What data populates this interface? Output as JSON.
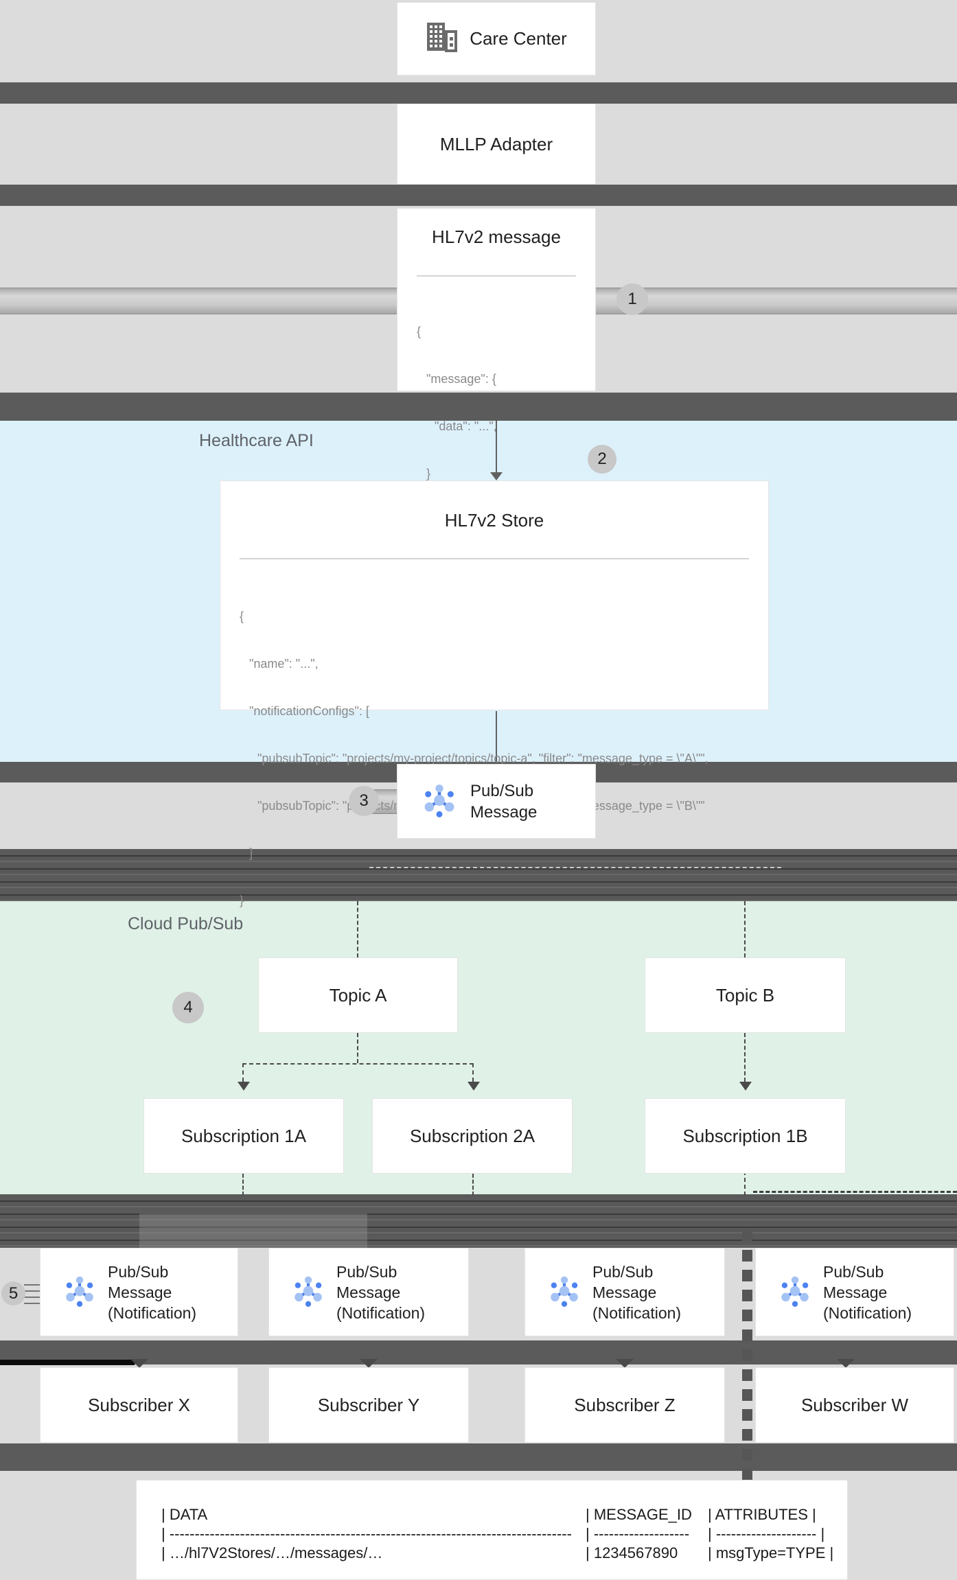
{
  "regions": {
    "healthcare_api": {
      "label": "Healthcare API"
    },
    "cloud_pubsub": {
      "label": "Cloud Pub/Sub"
    }
  },
  "steps": [
    "1",
    "2",
    "3",
    "4",
    "5"
  ],
  "care_center": {
    "label": "Care Center"
  },
  "mllp_adapter": {
    "label": "MLLP Adapter"
  },
  "hl7v2_message": {
    "title": "HL7v2 message",
    "code": [
      "{",
      "\"message\": {",
      "\"data\": \"...\",",
      "}",
      "}"
    ]
  },
  "hl7v2_store": {
    "title": "HL7v2 Store",
    "code": [
      "{",
      "\"name\": \"...\",",
      "\"notificationConfigs\": [",
      "\"pubsubTopic\": \"projects/my-project/topics/topic-a\", \"filter\": \"message_type = \\\"A\\\"\",",
      "\"pubsubTopic\": \"projects/my-project/topics/topic-b\", \"filter\": \"message_type = \\\"B\\\"\"",
      "]",
      "}"
    ]
  },
  "pubsub_message": {
    "label": "Pub/Sub Message"
  },
  "topics": [
    {
      "label": "Topic A"
    },
    {
      "label": "Topic B"
    }
  ],
  "subscriptions": [
    {
      "label": "Subscription 1A"
    },
    {
      "label": "Subscription 2A"
    },
    {
      "label": "Subscription 1B"
    }
  ],
  "notification": {
    "name": "Pub/Sub Message",
    "qualifier": "(Notification)"
  },
  "subscribers": [
    {
      "label": "Subscriber X"
    },
    {
      "label": "Subscriber Y"
    },
    {
      "label": "Subscriber Z"
    },
    {
      "label": "Subscriber W"
    }
  ],
  "message_table": {
    "headers": {
      "data": "| DATA",
      "message_id": "| MESSAGE_ID",
      "attributes": "| ATTRIBUTES |"
    },
    "separators": {
      "data": "| --------------------------------------------------------------------------------",
      "message_id": "| -------------------",
      "attributes": "| -------------------- |"
    },
    "row": {
      "data": "| …/hl7V2Stores/…/messages/…",
      "message_id": "| 1234567890",
      "attributes": "| msgType=TYPE |"
    }
  },
  "colors": {
    "canvas": "#dcdcdc",
    "separator_bar": "#5b5b5b",
    "healthcare_api_bg": "#ddf1fb",
    "cloud_pubsub_bg": "#e0f1e8",
    "badge_bg": "#c8c8c8",
    "pubsub_icon_light": "#a4c2f4",
    "pubsub_icon_blue": "#4a7ce6",
    "pubsub_icon_dot": "#4c82f1"
  }
}
